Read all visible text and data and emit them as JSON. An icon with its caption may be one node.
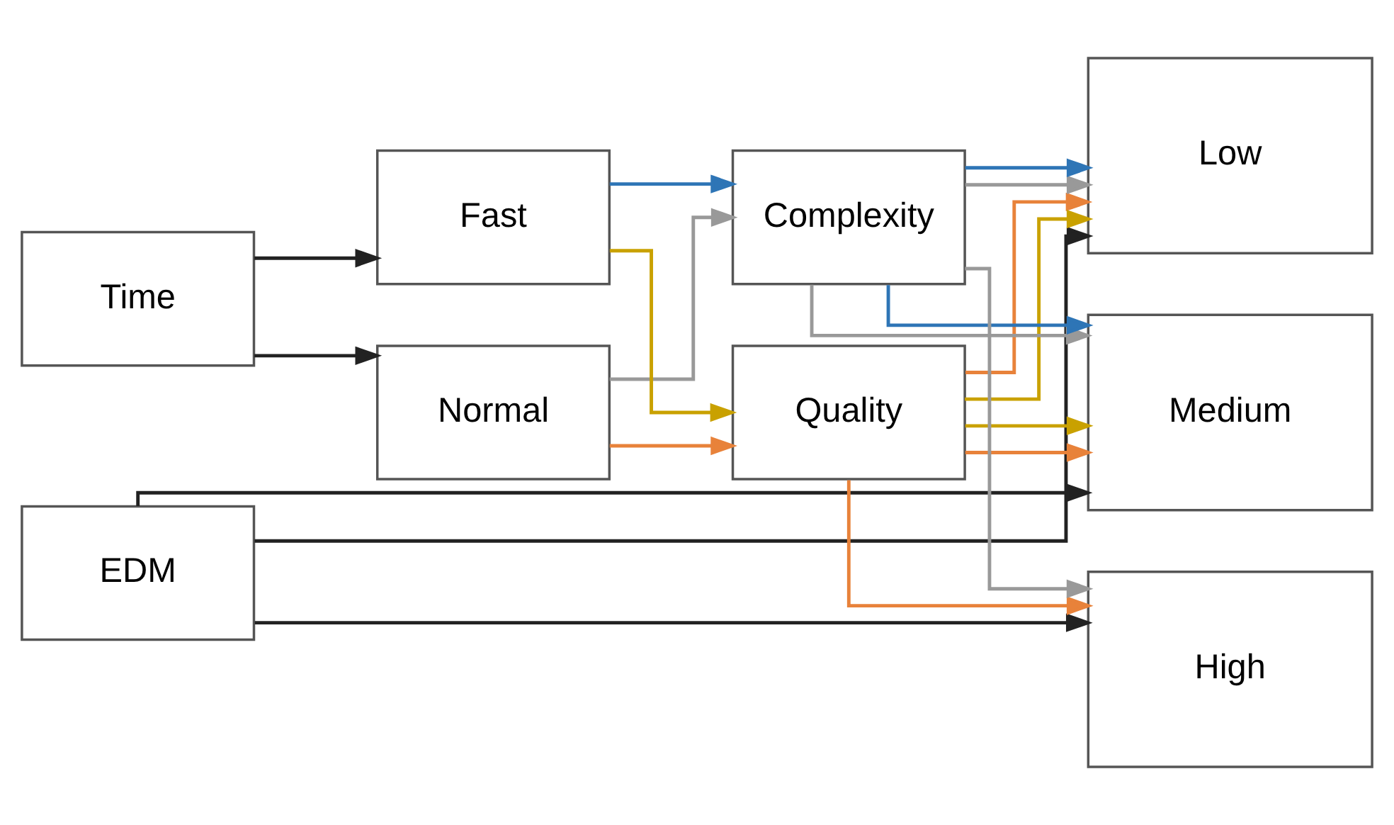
{
  "diagram": {
    "nodes": [
      {
        "text": [
          "EDM"
        ]
      },
      {
        "text": [
          "Time"
        ]
      },
      {
        "text": [
          "Normal"
        ]
      },
      {
        "text": [
          "Fast"
        ]
      },
      {
        "text": [
          "Quality"
        ]
      },
      {
        "text": [
          "Complexity"
        ]
      },
      {
        "text": [
          "Low"
        ]
      },
      {
        "text": [
          "Medium"
        ]
      },
      {
        "text": [
          "High"
        ]
      }
    ],
    "edges": [
      {
        "from": 1,
        "to": 2,
        "arrow": "to"
      },
      {
        "from": 1,
        "to": 3,
        "arrow": "to"
      },
      {
        "from": 2,
        "to": 4,
        "arrow": "to",
        "color": "#e8823a"
      },
      {
        "from": 2,
        "to": 5,
        "arrow": "to",
        "color": "#999999"
      },
      {
        "from": 3,
        "to": 4,
        "arrow": "to",
        "color": "#c9a100"
      },
      {
        "from": 3,
        "to": 5,
        "arrow": "to",
        "color": "#2e75b6"
      },
      {
        "from": 0,
        "to": 6,
        "arrow": "to"
      },
      {
        "from": 0,
        "to": 7,
        "arrow": "to"
      },
      {
        "from": 0,
        "to": 8,
        "arrow": "to"
      },
      {
        "from": 4,
        "to": 6,
        "arrow": "to",
        "color": "#e8823a"
      },
      {
        "from": 4,
        "to": 7,
        "arrow": "to",
        "color": "#e8823a"
      },
      {
        "from": 4,
        "to": 8,
        "arrow": "to",
        "color": "#e8823a"
      },
      {
        "from": 4,
        "to": 6,
        "arrow": "to",
        "color": "#c9a100"
      },
      {
        "from": 4,
        "to": 7,
        "arrow": "to",
        "color": "#c9a100"
      },
      {
        "from": 5,
        "to": 6,
        "arrow": "to",
        "color": "#999999"
      },
      {
        "from": 5,
        "to": 7,
        "arrow": "to",
        "color": "#999999"
      },
      {
        "from": 5,
        "to": 8,
        "arrow": "to",
        "color": "#999999"
      },
      {
        "from": 5,
        "to": 6,
        "arrow": "to",
        "color": "#2e75b6"
      },
      {
        "from": 5,
        "to": 7,
        "arrow": "to",
        "color": "#2e75b6"
      }
    ]
  }
}
